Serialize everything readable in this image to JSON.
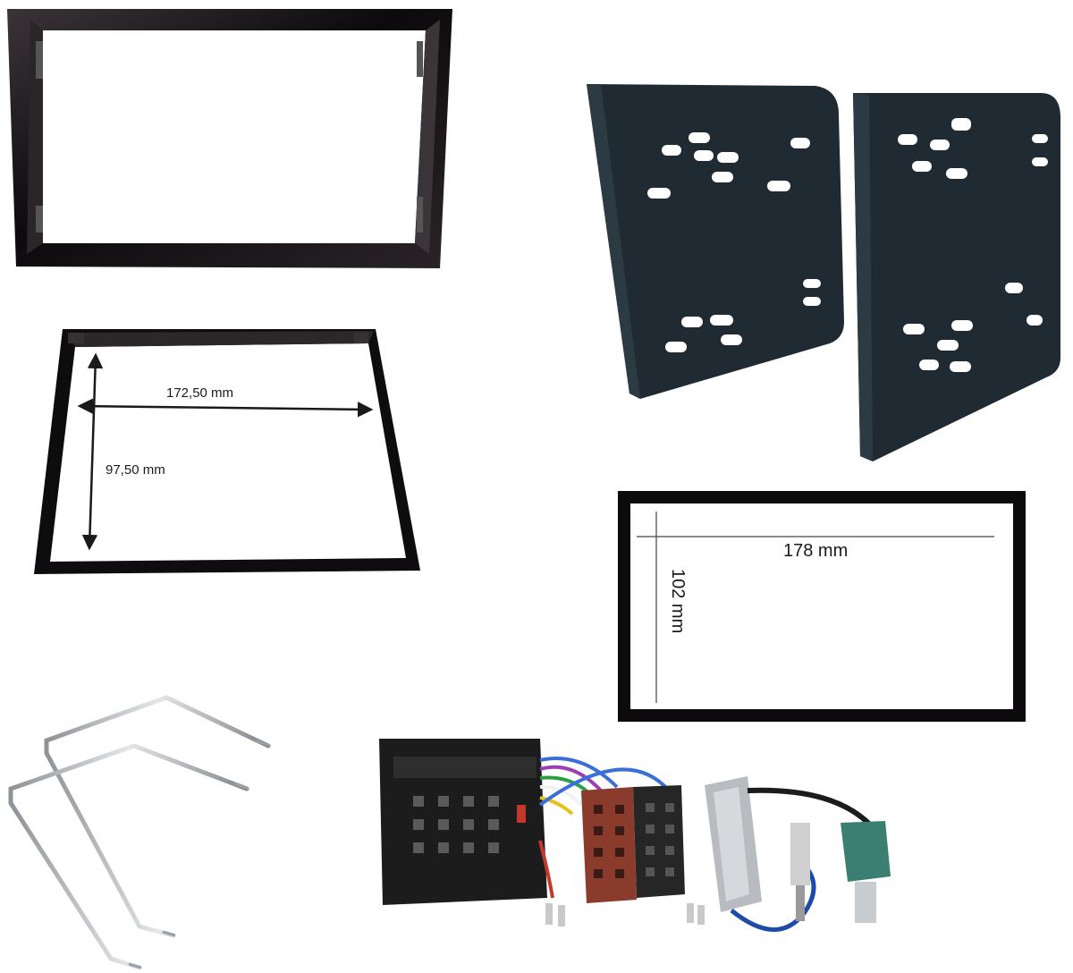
{
  "dimensions": {
    "frame_width": "172,50 mm",
    "frame_height": "97,50 mm",
    "din_width": "178 mm",
    "din_height": "102 mm"
  },
  "colors": {
    "piano_black": "#0c0a0c",
    "bracket_black": "#1f2a33",
    "connector_black": "#1c1c1c",
    "iso_red": "#8a3b2c",
    "fakra_green": "#3a7f72",
    "antenna_silver": "#b8bcc0"
  }
}
